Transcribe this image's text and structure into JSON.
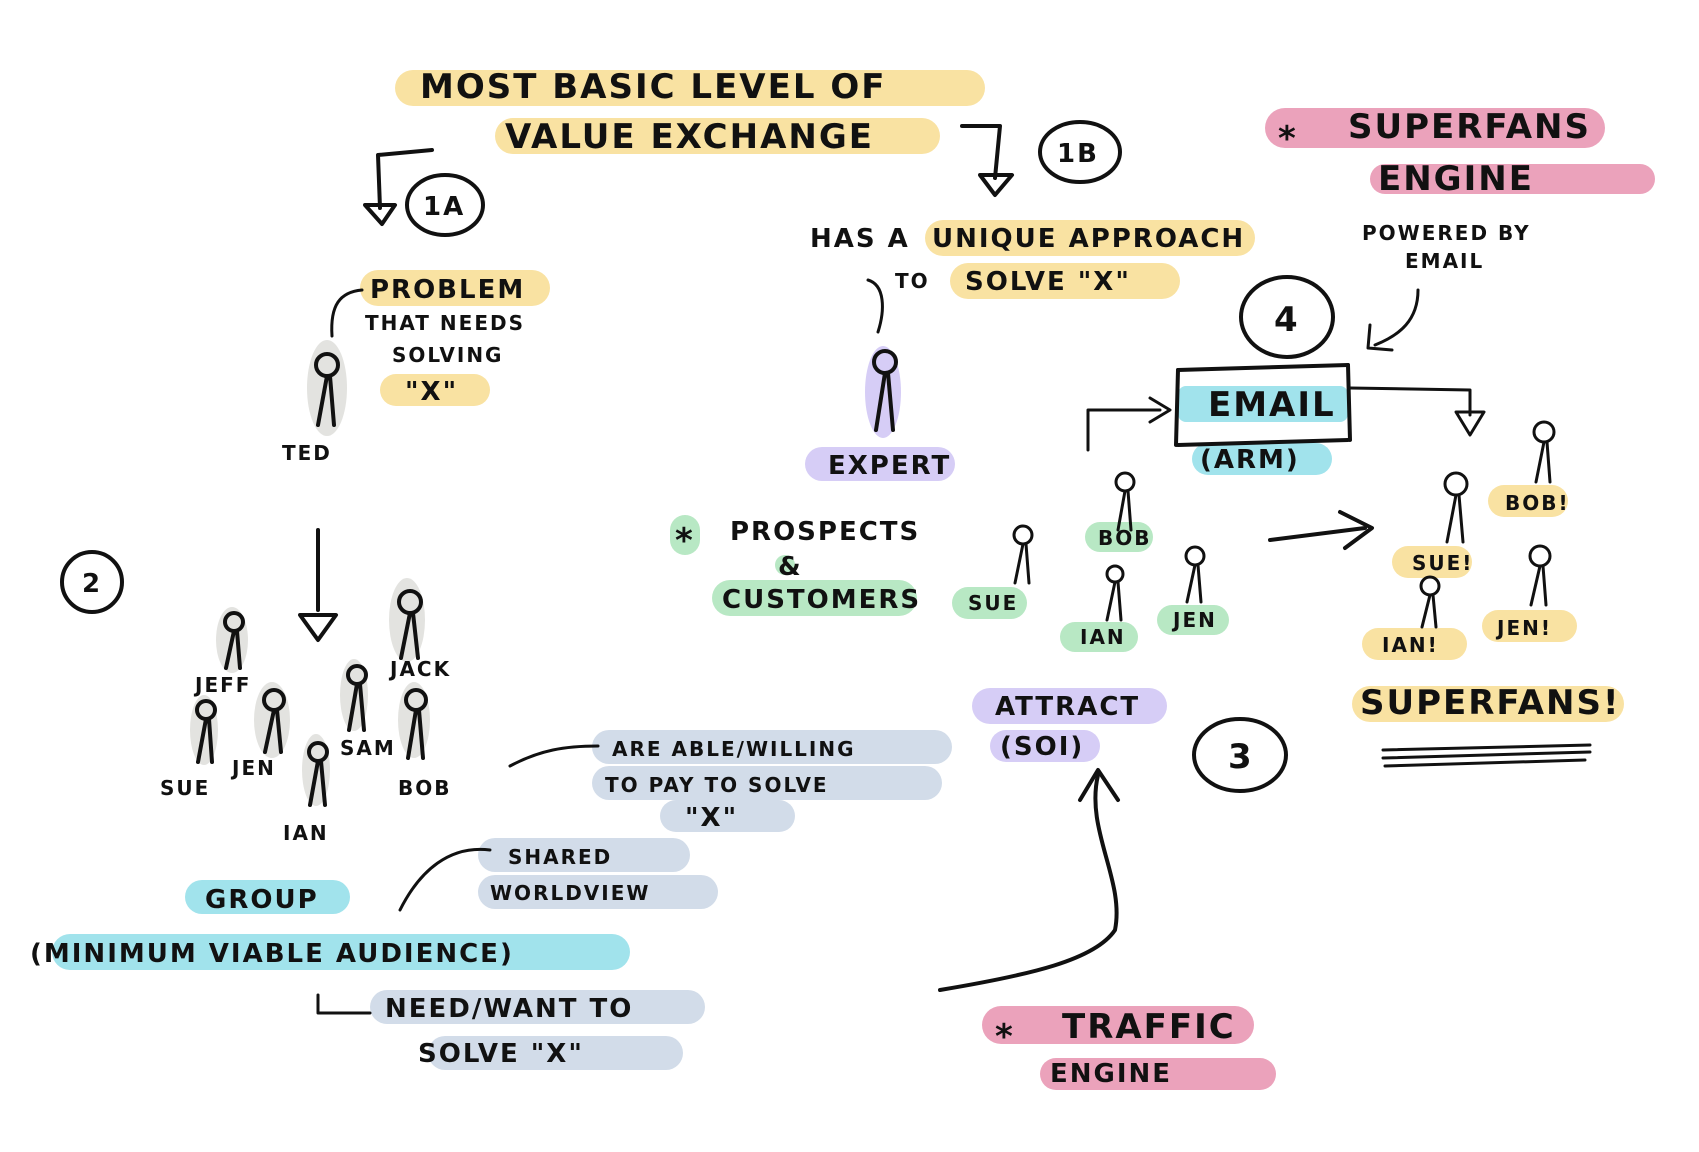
{
  "colors": {
    "yellow": "#f9e2a2",
    "pink": "#eba2bb",
    "cyan": "#a1e3ec",
    "lavender": "#d6cdf6",
    "green": "#b8e8c4",
    "gray": "#e3e3e0",
    "bluegray": "#d2dce9",
    "ink": "#111111"
  },
  "title": {
    "line1": "MOST BASIC LEVEL OF",
    "line2": "VALUE EXCHANGE"
  },
  "steps": {
    "s1a": "1A",
    "s1b": "1B",
    "s2": "2",
    "s3": "3",
    "s4": "4"
  },
  "step1a": {
    "person": "TED",
    "problem": "PROBLEM",
    "line2": "THAT NEEDS",
    "line3": "SOLVING",
    "x": "\"X\""
  },
  "step1b": {
    "has_a": "HAS A",
    "unique": "UNIQUE APPROACH",
    "to": "TO",
    "solve": "SOLVE \"X\"",
    "person": "EXPERT"
  },
  "step2": {
    "people": [
      "JEFF",
      "JACK",
      "SUE",
      "JEN",
      "SAM",
      "BOB",
      "IAN"
    ],
    "group": "GROUP",
    "mva": "(MINIMUM VIABLE AUDIENCE)",
    "shared1": "SHARED",
    "shared2": "WORLDVIEW",
    "need1": "NEED/WANT TO",
    "need2": "SOLVE \"X\"",
    "able1": "ARE ABLE/WILLING",
    "able2": "TO PAY TO SOLVE",
    "able3": "\"X\""
  },
  "prospects": {
    "star": "*",
    "line1": "PROSPECTS",
    "line2": "&",
    "line3": "CUSTOMERS"
  },
  "step3": {
    "attract": "ATTRACT",
    "soi": "(SOI)"
  },
  "traffic": {
    "star": "*",
    "line1": "TRAFFIC",
    "line2": "ENGINE"
  },
  "step4": {
    "email": "EMAIL",
    "arm": "(ARM)",
    "powered1": "POWERED BY",
    "powered2": "EMAIL",
    "prospects": [
      "BOB",
      "SUE",
      "IAN",
      "JEN"
    ],
    "fans": [
      "BOB!",
      "SUE!",
      "IAN!",
      "JEN!"
    ],
    "superfans": "SUPERFANS!"
  },
  "superfans_engine": {
    "star": "*",
    "line1": "SUPERFANS",
    "line2": "ENGINE"
  }
}
